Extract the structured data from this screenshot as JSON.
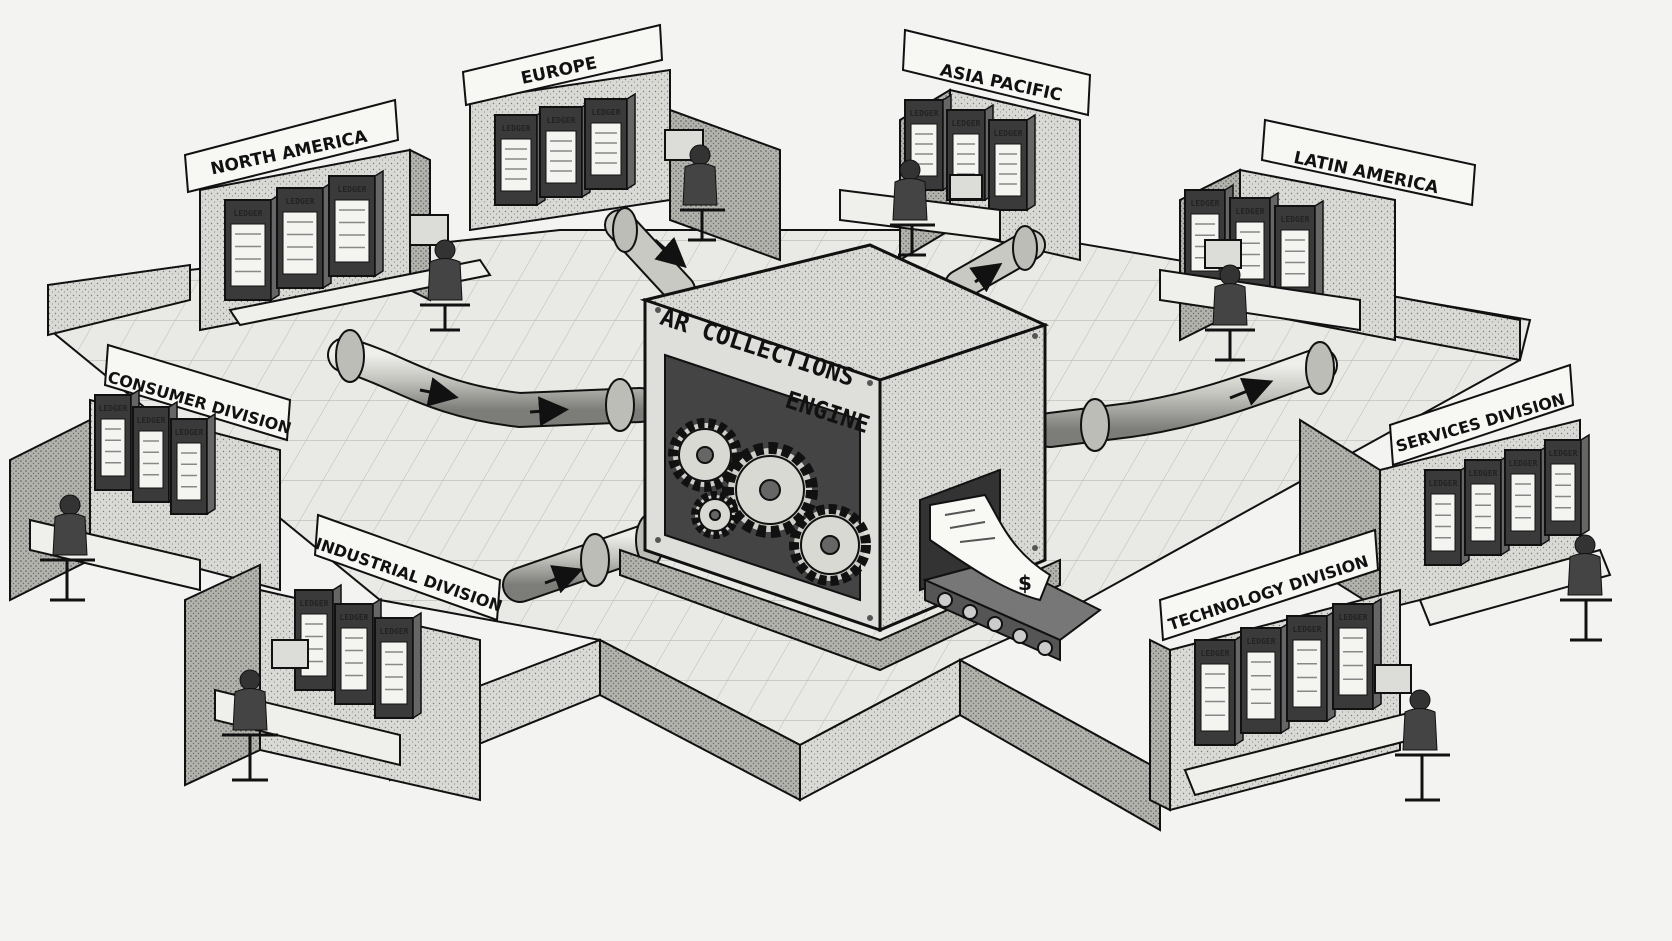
{
  "engine": {
    "label_line1": "AR COLLECTIONS",
    "label_line2": "ENGINE",
    "invoice_symbol": "$"
  },
  "ledger_label": "LEDGER",
  "units": {
    "north_america": {
      "label": "NORTH AMERICA",
      "binders": [
        "LEDGER",
        "LEDGER",
        "LEDGER"
      ]
    },
    "europe": {
      "label": "EUROPE",
      "binders": [
        "LEDGER",
        "LEDGER",
        "LEDGER"
      ]
    },
    "asia_pacific": {
      "label": "ASIA PACIFIC",
      "binders": [
        "LEDGER",
        "LEDGER",
        "LEDGER"
      ]
    },
    "latin_america": {
      "label": "LATIN AMERICA",
      "binders": [
        "LEDGER",
        "LEDGER",
        "LEDGER"
      ]
    },
    "consumer_division": {
      "label": "CONSUMER DIVISION",
      "binders": [
        "LEDGER",
        "LEDGER",
        "LEDGER"
      ]
    },
    "services_division": {
      "label": "SERVICES DIVISION",
      "binders": [
        "LEDGER",
        "LEDGER",
        "LEDGER",
        "LEDGER"
      ]
    },
    "industrial_division": {
      "label": "INDUSTRIAL DIVISION",
      "binders": [
        "LEDGER",
        "LEDGER",
        "LEDGER"
      ]
    },
    "technology_division": {
      "label": "TECHNOLOGY DIVISION",
      "binders": [
        "LEDGER",
        "LEDGER",
        "LEDGER",
        "LEDGER"
      ]
    }
  },
  "colors": {
    "ink": "#111111",
    "paper": "#f3f3f1",
    "wall": "#d4d4d0",
    "wall_dark": "#a8a8a3",
    "floor": "#e6e6e2",
    "binder": "#3a3a3a",
    "pipe": "#b9b9b5"
  }
}
